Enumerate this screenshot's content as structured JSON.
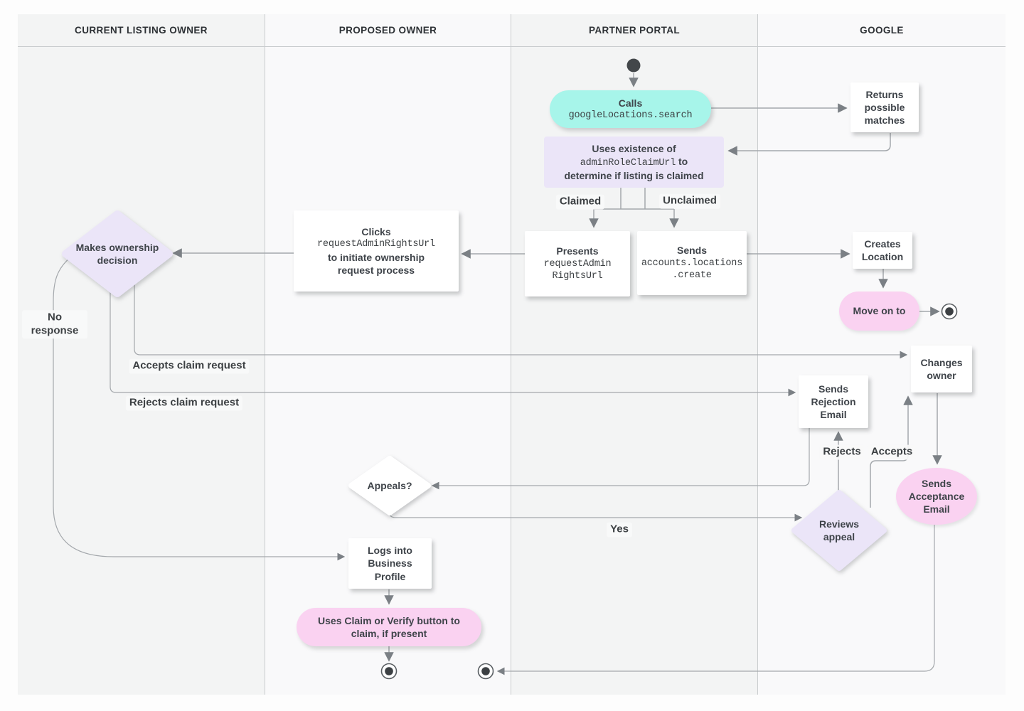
{
  "lanes": [
    {
      "label": "CURRENT LISTING OWNER"
    },
    {
      "label": "PROPOSED OWNER"
    },
    {
      "label": "PARTNER PORTAL"
    },
    {
      "label": "GOOGLE"
    }
  ],
  "nodes": {
    "calls": {
      "title": "Calls",
      "code": "googleLocations.search"
    },
    "returns_matches": {
      "text": "Returns possible matches"
    },
    "uses_existence": {
      "line1": "Uses existence of",
      "code": "adminRoleClaimUrl",
      "line2_suffix": " to",
      "line3": "determine if listing is claimed"
    },
    "presents": {
      "title": "Presents",
      "code1": "requestAdmin",
      "code2": "RightsUrl"
    },
    "sends_create": {
      "title": "Sends",
      "code1": "accounts.locations",
      "code2": ".create"
    },
    "clicks": {
      "title": "Clicks",
      "code": "requestAdminRightsUrl",
      "line3": "to initiate ownership",
      "line4": "request process"
    },
    "makes_decision": {
      "text": "Makes ownership decision"
    },
    "creates_location": {
      "text": "Creates Location"
    },
    "move_on": {
      "text": "Move on to"
    },
    "changes_owner": {
      "text": "Changes owner"
    },
    "sends_rejection": {
      "text": "Sends Rejection Email"
    },
    "appeals": {
      "text": "Appeals?"
    },
    "reviews_appeal": {
      "text": "Reviews appeal"
    },
    "sends_acceptance": {
      "text": "Sends Acceptance Email"
    },
    "logs_into": {
      "text": "Logs into Business Profile"
    },
    "uses_claim": {
      "text": "Uses Claim or Verify button to claim, if present"
    }
  },
  "edge_labels": {
    "claimed": "Claimed",
    "unclaimed": "Unclaimed",
    "no_response": "No response",
    "accepts_claim": "Accepts claim request",
    "rejects_claim": "Rejects claim request",
    "rejects": "Rejects",
    "accepts": "Accepts",
    "yes": "Yes"
  },
  "colors": {
    "teal_action": "#a7f5ea",
    "lavender_decision": "#ebe5f8",
    "pink_terminal": "#fad2f1",
    "line": "#a4a8ac",
    "arrowhead": "#7b8085",
    "text": "#3c4043"
  }
}
